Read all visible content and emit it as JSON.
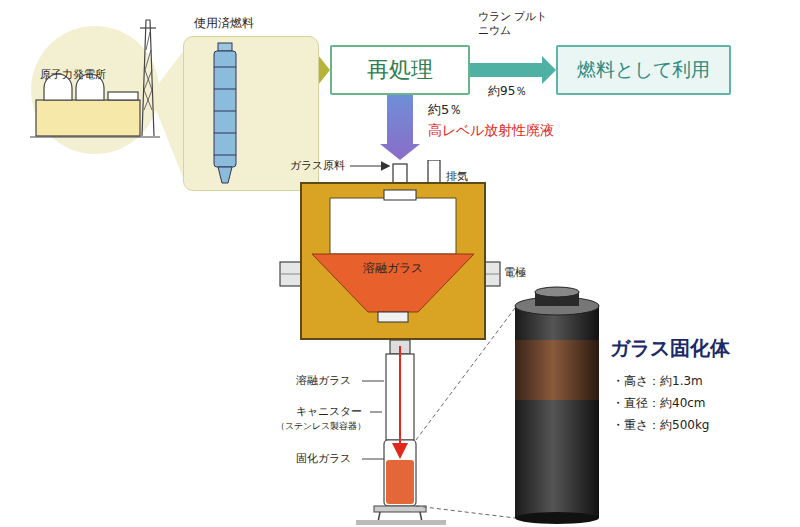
{
  "diagram": {
    "nodes": [
      {
        "text": [
          "使用済燃料"
        ]
      },
      {
        "text": [
          "再処理"
        ]
      },
      {
        "text": [
          "燃料として利用"
        ]
      },
      {
        "text": [
          "溶融ガラス"
        ]
      }
    ],
    "edges": [
      {
        "from": 0,
        "to": 1,
        "arrow": "to"
      },
      {
        "from": 1,
        "to": 2,
        "arrow": "to"
      },
      {
        "from": 1,
        "to": 3,
        "arrow": "to"
      }
    ],
    "labels": [
      "原子力発電所",
      "ウラン プルトニウム",
      "約95％",
      "約5％",
      "高レベル放射性廃液",
      "ガラス原料",
      "排気",
      "電極",
      "溶融ガラス",
      "キャニスター",
      "（ステンレス製容器）",
      "固化ガラス",
      "ガラス固化体",
      "・高さ：約1.3m",
      "・直径：約40cm",
      "・重さ：約500kg"
    ]
  }
}
